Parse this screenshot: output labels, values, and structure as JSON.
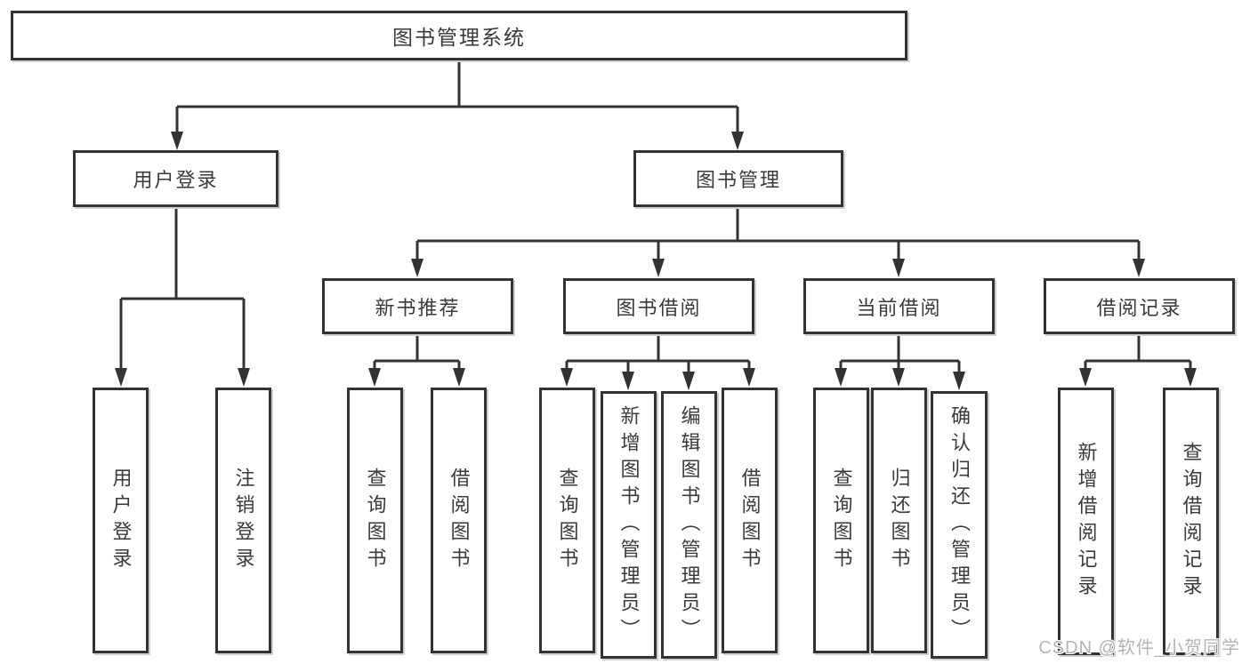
{
  "diagram_type": "functional-structure-tree",
  "tree": {
    "label": "图书管理系统",
    "children": [
      {
        "label": "用户登录",
        "children": [
          {
            "label": "用户登录"
          },
          {
            "label": "注销登录"
          }
        ]
      },
      {
        "label": "图书管理",
        "children": [
          {
            "label": "新书推荐",
            "children": [
              {
                "label": "查询图书"
              },
              {
                "label": "借阅图书"
              }
            ]
          },
          {
            "label": "图书借阅",
            "children": [
              {
                "label": "查询图书"
              },
              {
                "label": "新增图书（管理员）"
              },
              {
                "label": "编辑图书（管理员）"
              },
              {
                "label": "借阅图书"
              }
            ]
          },
          {
            "label": "当前借阅",
            "children": [
              {
                "label": "查询图书"
              },
              {
                "label": "归还图书"
              },
              {
                "label": "确认归还（管理员）"
              }
            ]
          },
          {
            "label": "借阅记录",
            "children": [
              {
                "label": "新增借阅记录"
              },
              {
                "label": "查询借阅记录"
              }
            ]
          }
        ]
      }
    ]
  },
  "watermark": {
    "text": "CSDN @软件_小贺同学"
  },
  "colors": {
    "line": "#333333",
    "text": "#3a3a3a",
    "background": "#ffffff",
    "watermark": "#b4b4b4",
    "box_shadow": "#cfcfcf"
  }
}
